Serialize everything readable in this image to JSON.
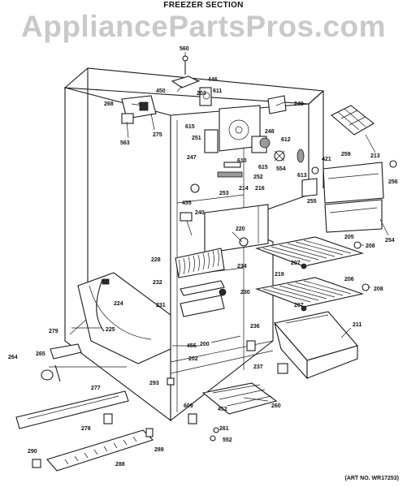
{
  "header": {
    "section_title": "FREEZER SECTION",
    "watermark": "AppliancePartsPros.com",
    "art_number": "(ART NO. WR17253)"
  },
  "parts": [
    "560",
    "446",
    "450",
    "203",
    "611",
    "268",
    "249",
    "615",
    "251",
    "275",
    "563",
    "248",
    "612",
    "247",
    "610",
    "615",
    "554",
    "421",
    "259",
    "213",
    "256",
    "613",
    "252",
    "253",
    "214",
    "216",
    "255",
    "435",
    "240",
    "220",
    "254",
    "205",
    "208",
    "228",
    "234",
    "207",
    "219",
    "232",
    "230",
    "206",
    "208",
    "224",
    "231",
    "207",
    "225",
    "211",
    "279",
    "456",
    "200",
    "236",
    "264",
    "265",
    "202",
    "237",
    "293",
    "277",
    "260",
    "609",
    "452",
    "278",
    "261",
    "552",
    "290",
    "289",
    "288"
  ]
}
